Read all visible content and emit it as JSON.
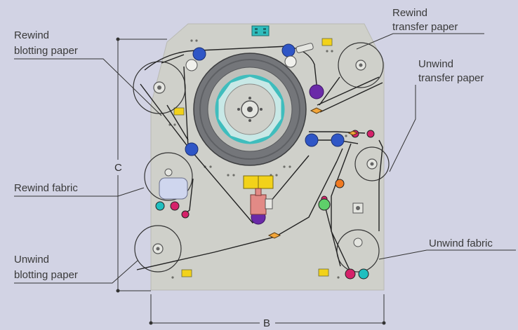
{
  "labels": {
    "rewind_blotting_paper": [
      "Rewind",
      "blotting paper"
    ],
    "rewind_transfer_paper": [
      "Rewind",
      "transfer paper"
    ],
    "unwind_transfer_paper": [
      "Unwind",
      "transfer paper"
    ],
    "rewind_fabric": "Rewind fabric",
    "unwind_blotting_paper": [
      "Unwind",
      "blotting paper"
    ],
    "unwind_fabric": "Unwind fabric"
  },
  "dimensions": {
    "height_label": "C",
    "width_label": "B"
  },
  "colors": {
    "background": "#d2d3e4",
    "machine_plate": "#cfd0ca",
    "drum": "#74767a",
    "drum_inner": "#bfc0bb",
    "drum_core": "#3fbdbd",
    "roller_blue": "#2f56c6",
    "roller_purple": "#6a2aa8",
    "roller_pink": "#d5226a",
    "roller_cyan": "#1fbfbf",
    "roller_orange": "#f07a22",
    "roller_green": "#5ed06a",
    "yellow_block": "#f2d21a",
    "salmon_block": "#e28a86",
    "web_line": "#222222",
    "label_text": "#3a3a3a"
  }
}
